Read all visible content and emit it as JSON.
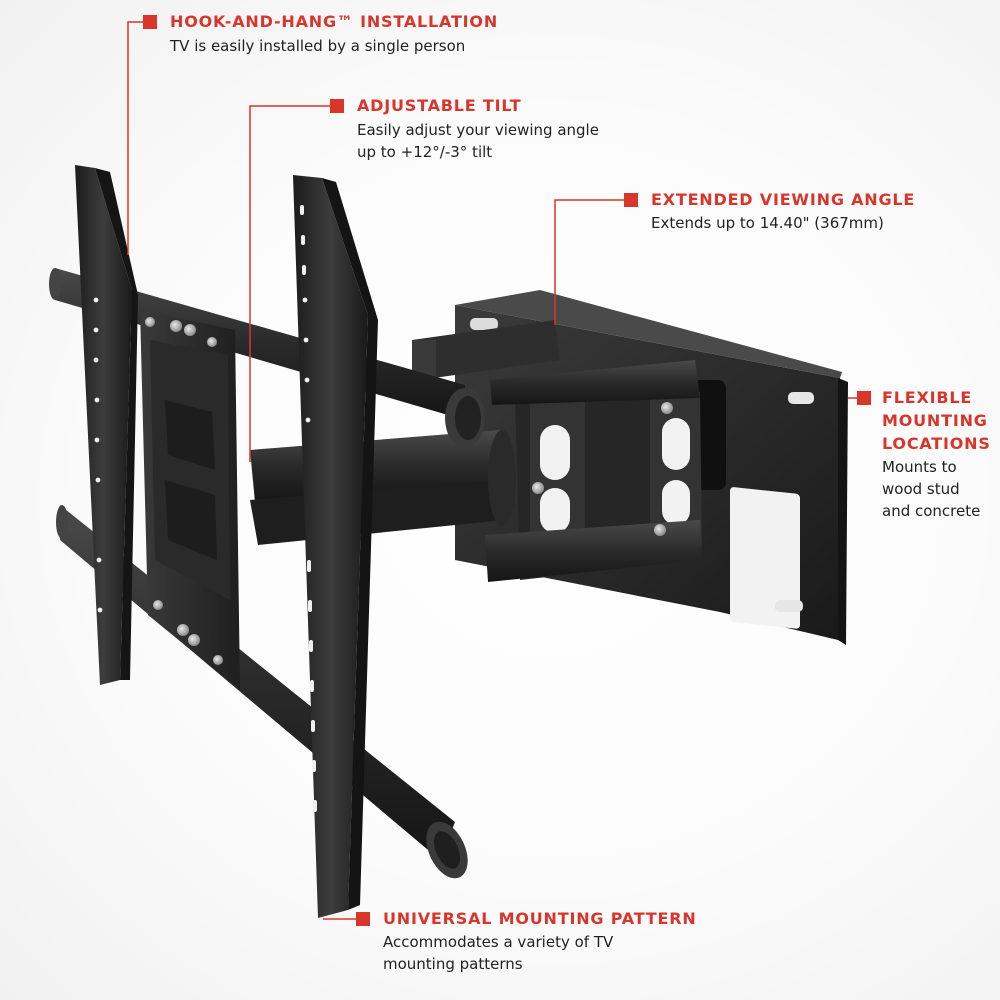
{
  "accent_color": "#d9362b",
  "text_color": "#222222",
  "mount_color": "#2b2b2b",
  "callouts": {
    "hook_and_hang": {
      "title": "HOOK-AND-HANG™ INSTALLATION",
      "description": "TV is easily installed by a single person"
    },
    "adjustable_tilt": {
      "title": "ADJUSTABLE TILT",
      "description_line1": "Easily adjust your viewing angle",
      "description_line2": "up to +12°/-3° tilt"
    },
    "extended_viewing_angle": {
      "title": "EXTENDED VIEWING ANGLE",
      "description": "Extends up to 14.40\" (367mm)"
    },
    "flexible_mounting": {
      "title_line1": "FLEXIBLE",
      "title_line2": "MOUNTING",
      "title_line3": "LOCATIONS",
      "description_line1": "Mounts to",
      "description_line2": "wood stud",
      "description_line3": "and concrete"
    },
    "universal_pattern": {
      "title": "UNIVERSAL MOUNTING PATTERN",
      "description_line1": "Accommodates a variety of TV",
      "description_line2": "mounting patterns"
    }
  }
}
